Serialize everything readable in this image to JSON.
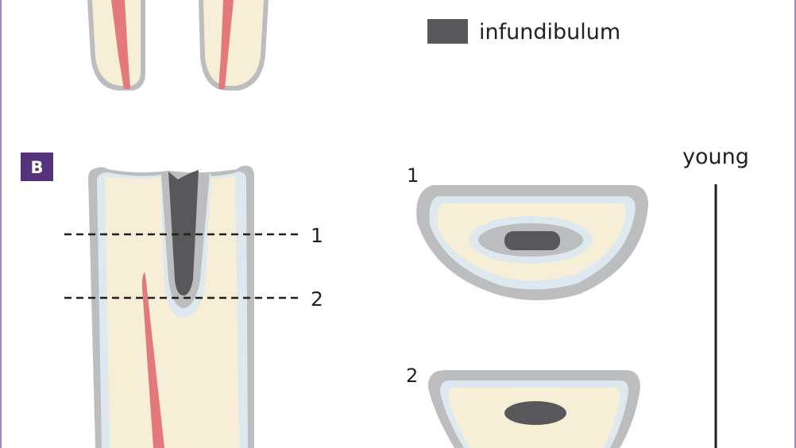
{
  "legend": {
    "label": "infundibulum",
    "swatch_color": "#58585a"
  },
  "panel_b": {
    "badge": "B",
    "badge_color": "#54337a",
    "line_labels": [
      "1",
      "2"
    ],
    "section_labels": [
      "1",
      "2"
    ],
    "age_label": "young"
  },
  "colors": {
    "frame": "#a28bb8",
    "cementum": "#bcbdbf",
    "enamel": "#dde9ee",
    "dentin": "#f6eed6",
    "pulp": "#e4797c",
    "infundibulum": "#58585a",
    "line": "#231f20"
  }
}
